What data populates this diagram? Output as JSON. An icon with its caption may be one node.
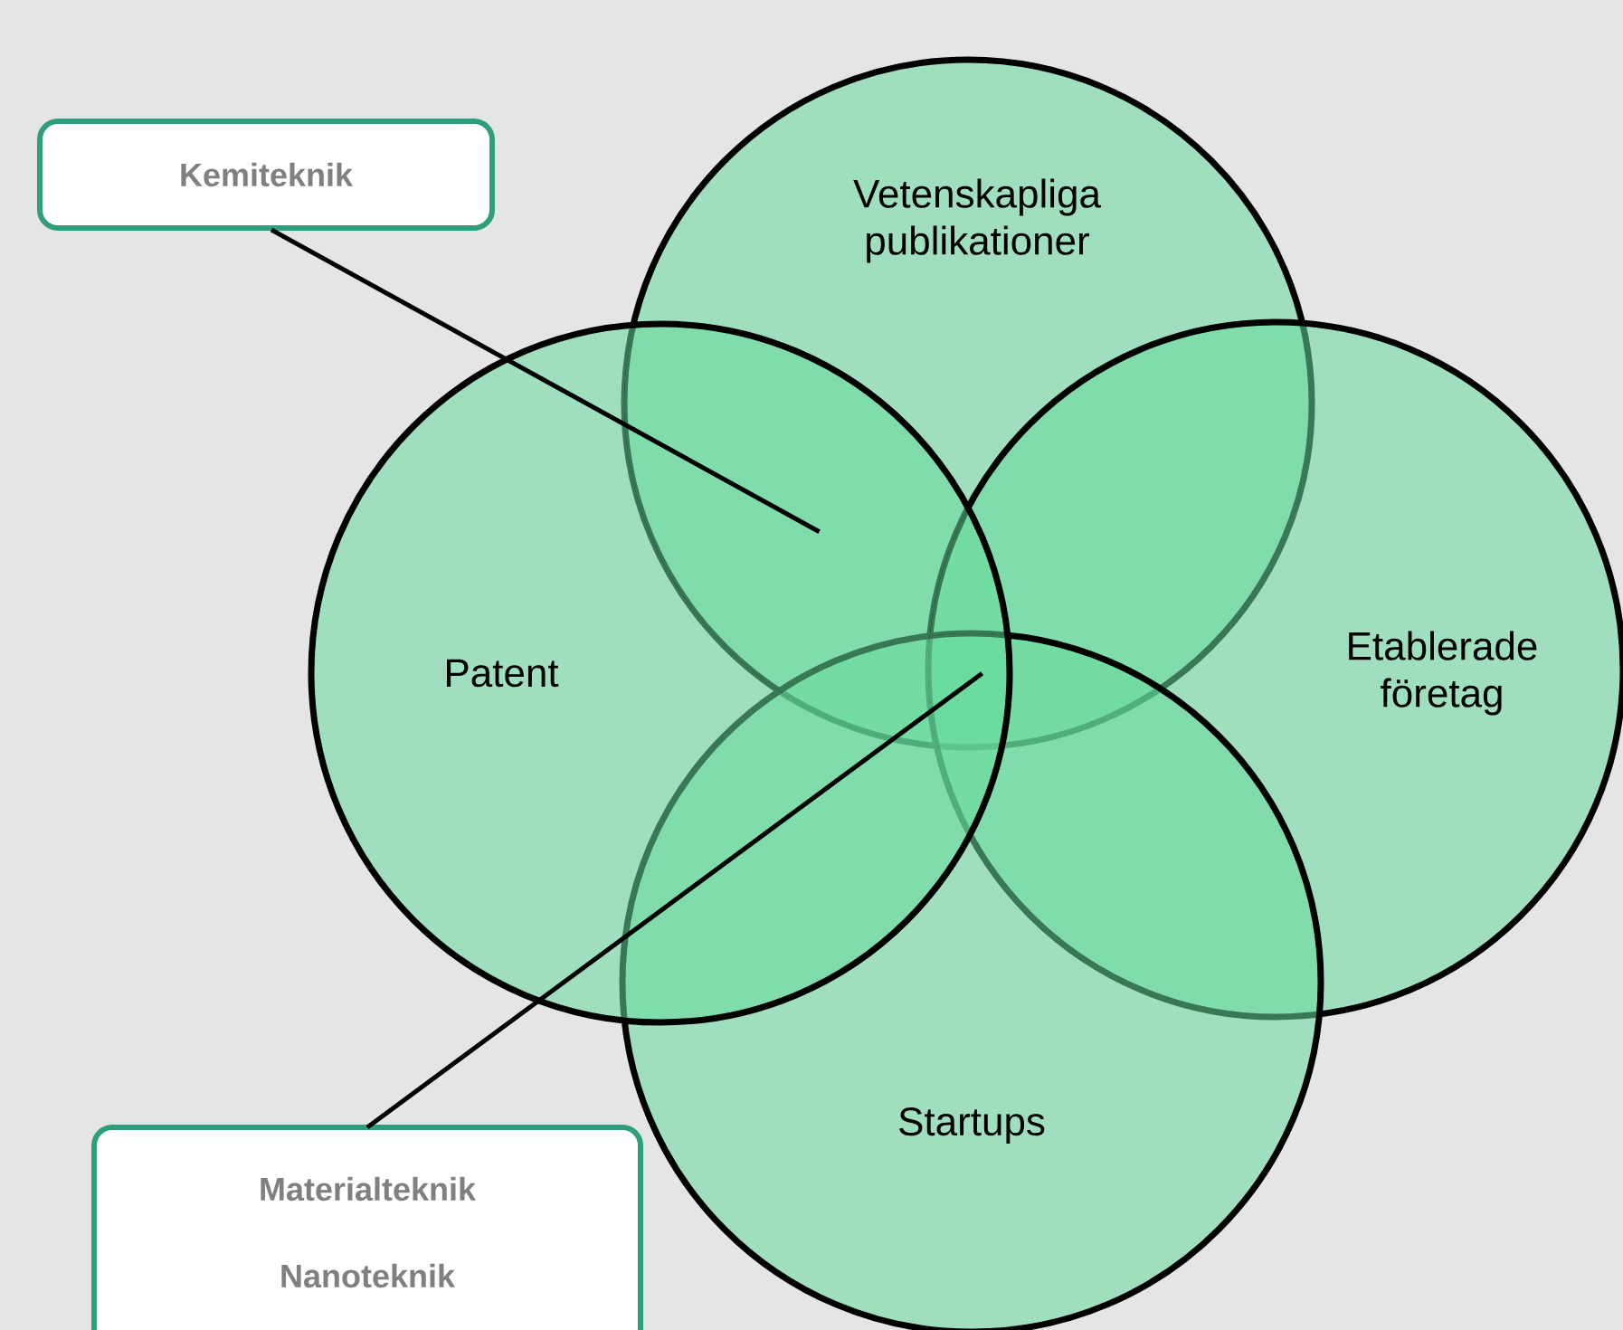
{
  "diagram": {
    "nodes": [
      {
        "text": [
          "Kemiteknik"
        ]
      },
      {
        "text": [
          "Vetenskapliga publikationer"
        ]
      },
      {
        "text": [
          "Patent"
        ]
      },
      {
        "text": [
          "Etablerade företag"
        ]
      },
      {
        "text": [
          "Startups"
        ]
      },
      {
        "text": [
          "Materialteknik",
          "Nanoteknik"
        ]
      },
      {
        "text": [],
        "shape": "area"
      },
      {
        "text": [],
        "shape": "area"
      }
    ],
    "edges": [
      {
        "from": 0,
        "to": 6,
        "arrow": "none"
      },
      {
        "from": 5,
        "to": 7,
        "arrow": "none"
      }
    ]
  }
}
